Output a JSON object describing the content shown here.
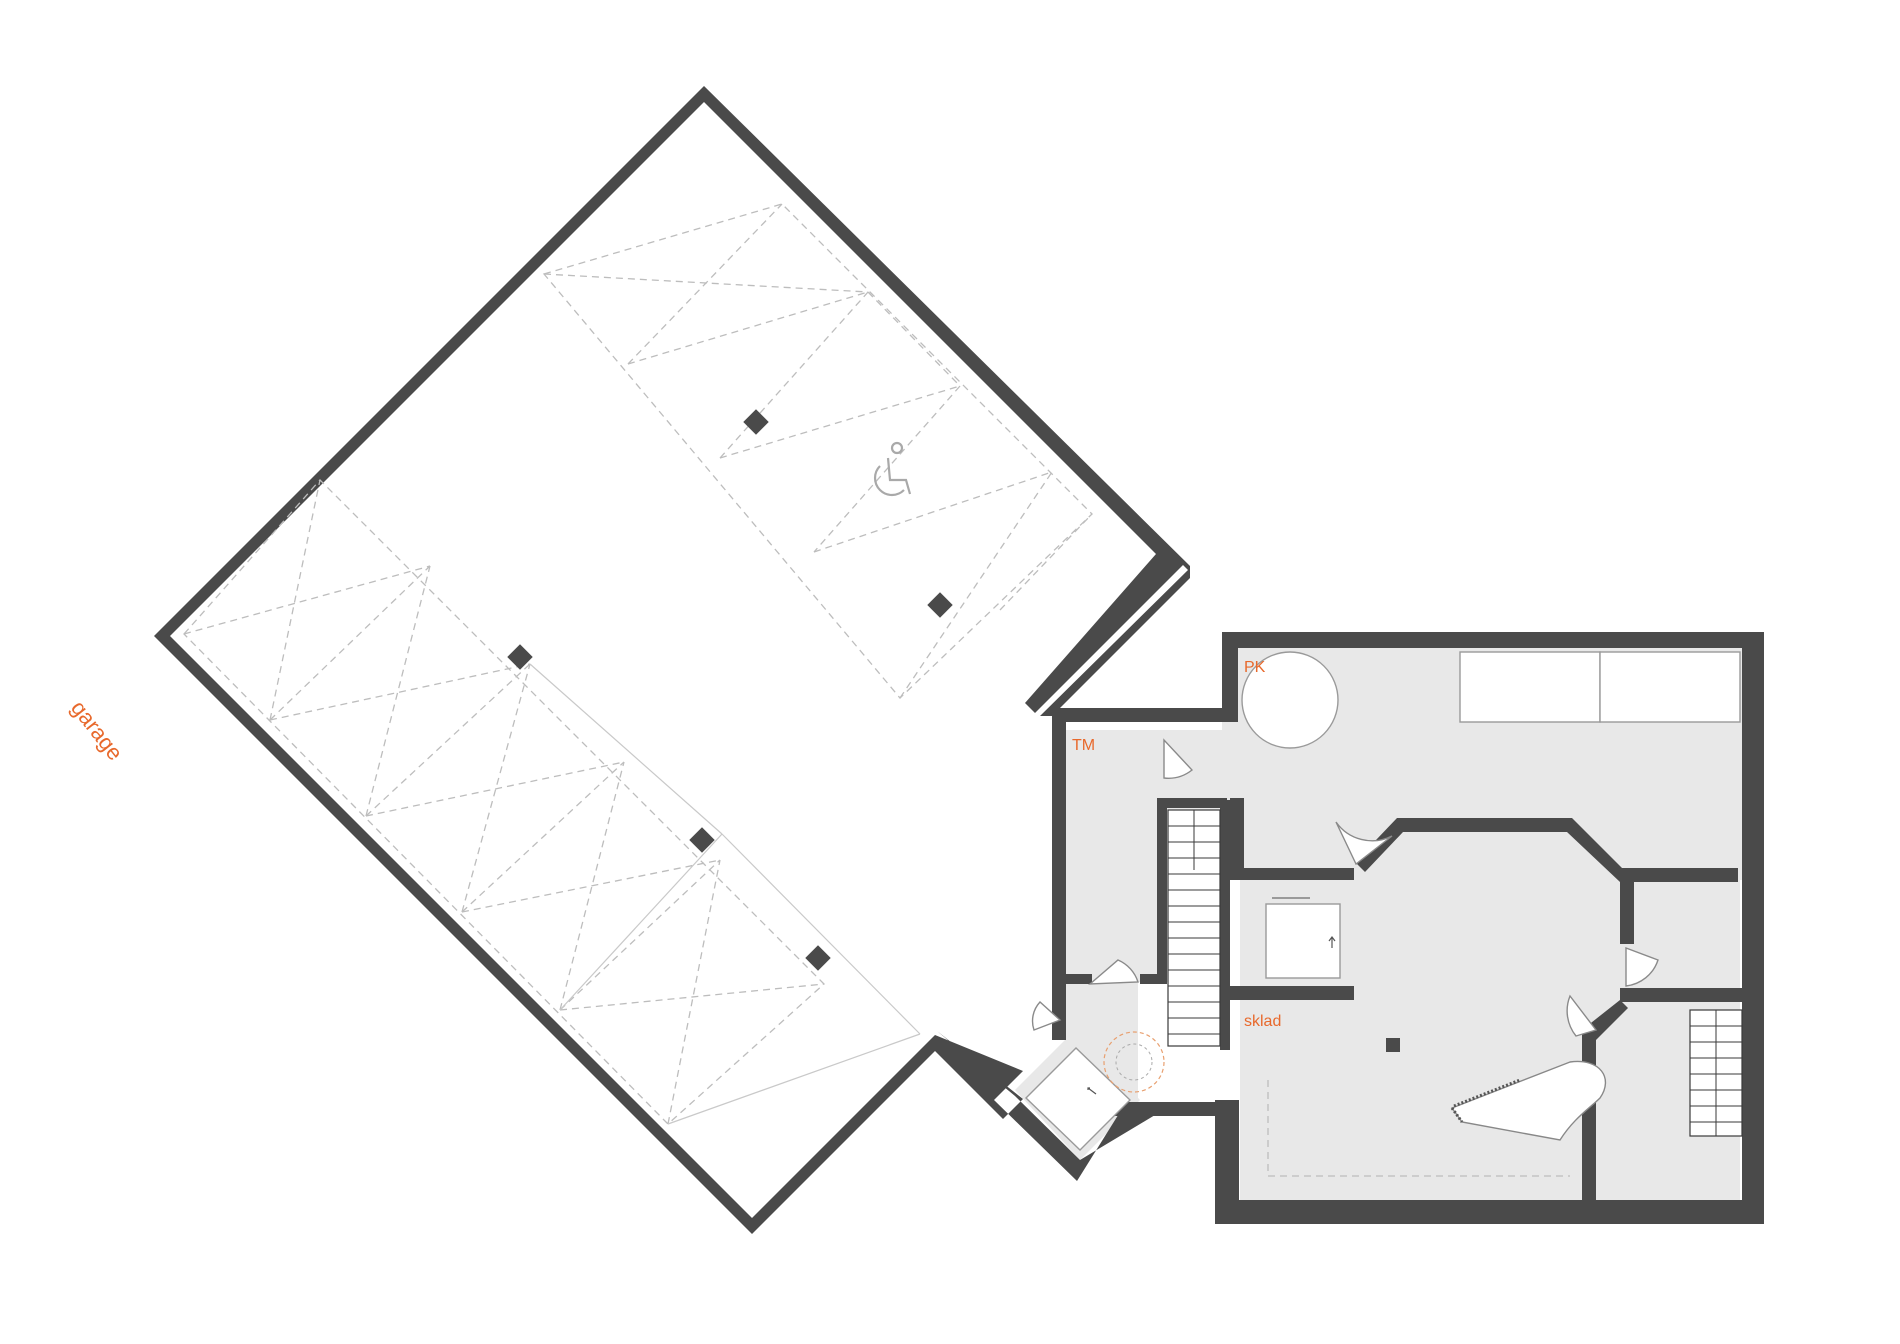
{
  "colors": {
    "wall": "#4a4a4a",
    "floor": "#e8e8e8",
    "label": "#e8692c",
    "background": "#ffffff"
  },
  "labels": {
    "garage": "garage",
    "pk": "PK",
    "tm": "TM",
    "sklad": "sklad"
  },
  "icons": [
    "wheelchair-icon",
    "piano-icon",
    "elevator-icon",
    "stairs-icon",
    "turntable-icon"
  ]
}
